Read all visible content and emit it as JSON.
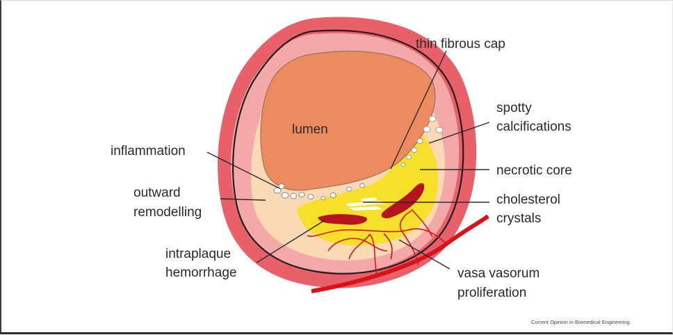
{
  "diagram": {
    "labels": {
      "thin_fibrous_cap": "thin fibrous cap",
      "spotty": "spotty",
      "calcifications": "calcifications",
      "necrotic_core": "necrotic core",
      "cholesterol": "cholesterol",
      "crystals": "crystals",
      "vasa": "vasa vasorum",
      "proliferation": "proliferation",
      "intraplaque": "intraplaque",
      "hemorrhage": "hemorrhage",
      "outward": "outward",
      "remodelling": "remodelling",
      "inflammation": "inflammation",
      "lumen": "lumen"
    },
    "credit": "Current Opinion in Biomedical Engineering",
    "colors": {
      "outer_wall": "#e8606a",
      "media": "#f4a8a8",
      "fibrous_cap": "#fbd9b4",
      "lumen": "#ec8b60",
      "necrotic_core": "#f6e02c",
      "hemorrhage": "#b5141c",
      "vessels": "#d6141a",
      "outline": "#1f1f1f"
    }
  }
}
